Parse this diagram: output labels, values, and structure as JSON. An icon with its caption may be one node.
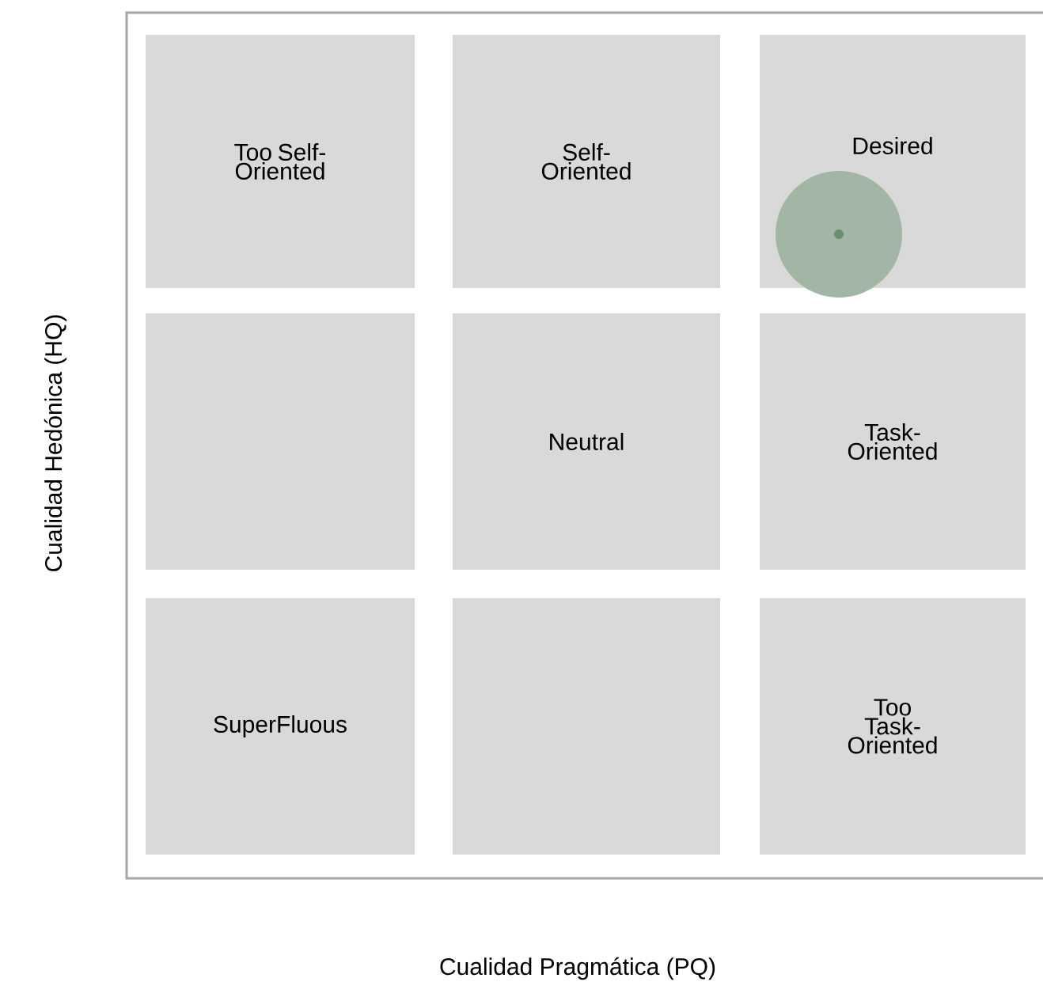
{
  "diagram": {
    "nodes": [
      {
        "text": [
          "Too Self-Oriented"
        ]
      },
      {
        "text": [
          "Self-Oriented"
        ]
      },
      {
        "text": [
          "Desired"
        ]
      },
      {
        "text": [],
        "shape": "box"
      },
      {
        "text": [
          "Neutral"
        ]
      },
      {
        "text": [
          "Task-Oriented"
        ]
      },
      {
        "text": [
          "SuperFluous"
        ]
      },
      {
        "text": [],
        "shape": "box"
      },
      {
        "text": [
          "Too Task-Oriented"
        ]
      },
      {
        "text": [],
        "shape": "circle"
      }
    ],
    "edges": [],
    "labels": [
      "Cualidad Hedónica (HQ)",
      "Cualidad Pragmática (PQ)"
    ]
  }
}
